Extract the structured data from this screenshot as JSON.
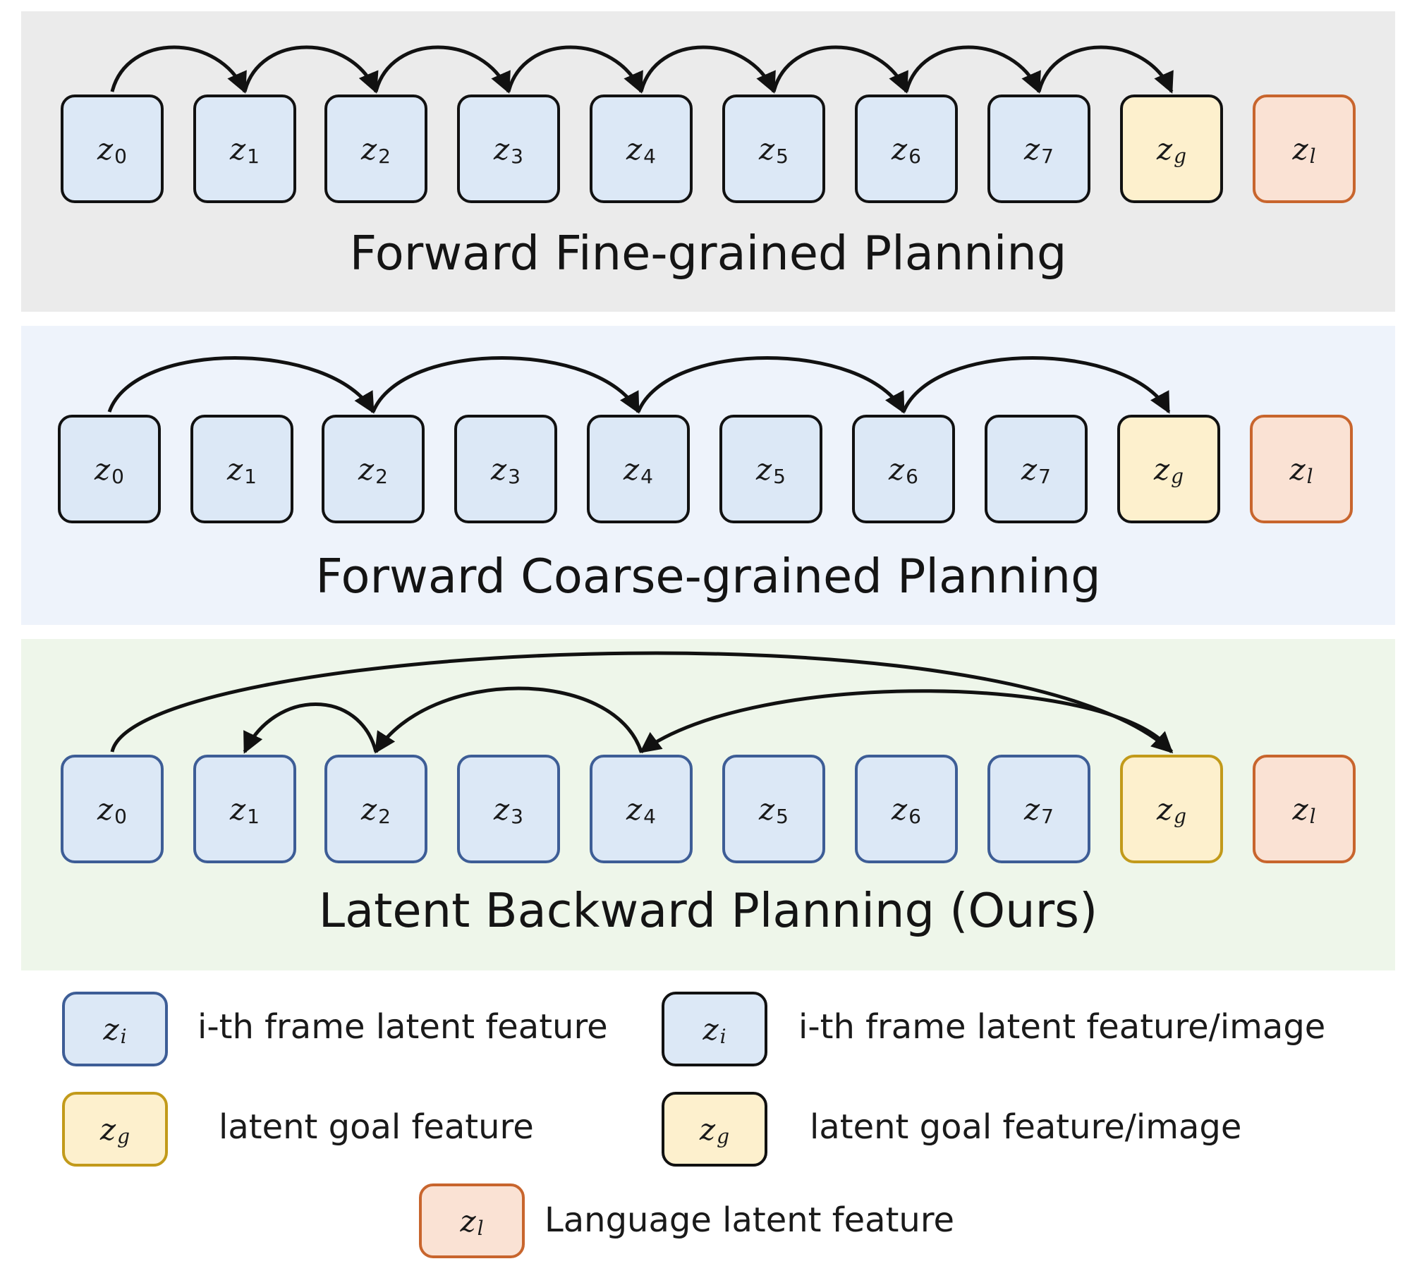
{
  "panels": {
    "fine": {
      "title": "Forward Fine-grained Planning"
    },
    "coarse": {
      "title": "Forward Coarse-grained Planning"
    },
    "backward": {
      "title": "Latent Backward Planning (Ours)"
    }
  },
  "nodes": [
    {
      "var": "z",
      "sub": "0"
    },
    {
      "var": "z",
      "sub": "1"
    },
    {
      "var": "z",
      "sub": "2"
    },
    {
      "var": "z",
      "sub": "3"
    },
    {
      "var": "z",
      "sub": "4"
    },
    {
      "var": "z",
      "sub": "5"
    },
    {
      "var": "z",
      "sub": "6"
    },
    {
      "var": "z",
      "sub": "7"
    },
    {
      "var": "z",
      "sub": "g"
    },
    {
      "var": "z",
      "sub": "l"
    }
  ],
  "legend": {
    "frame_latent": {
      "var": "z",
      "sub": "i",
      "label": "i-th frame latent feature"
    },
    "frame_latent_image": {
      "var": "z",
      "sub": "i",
      "label": "i-th frame latent feature/image"
    },
    "goal_latent": {
      "var": "z",
      "sub": "g",
      "label": "latent goal feature"
    },
    "goal_latent_image": {
      "var": "z",
      "sub": "g",
      "label": "latent goal feature/image"
    },
    "language_latent": {
      "var": "z",
      "sub": "l",
      "label": "Language latent feature"
    }
  },
  "colors": {
    "frame_fill": "#dce8f6",
    "goal_fill": "#fdf0cd",
    "language_fill": "#fae2d4",
    "black_border": "#111111",
    "blue_border": "#3d5d96",
    "gold_border": "#c29a1a",
    "orange_border": "#c8652d",
    "fine_bg": "#ebebeb",
    "coarse_bg": "#eef3fb",
    "backward_bg": "#eef6ea"
  }
}
